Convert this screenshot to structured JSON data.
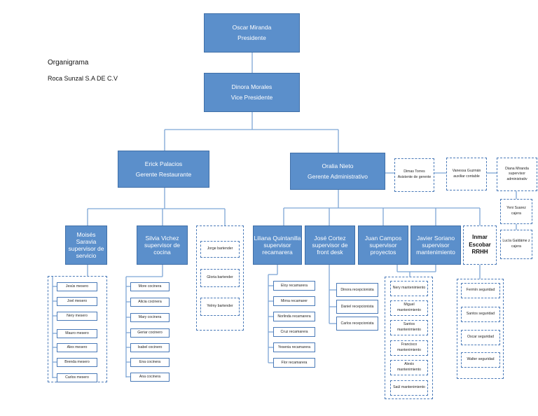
{
  "header": {
    "title": "Organigrama",
    "company": "Roca Sunzal S.A DE C.V"
  },
  "president": {
    "name": "Oscar Miranda",
    "role": "Presidente"
  },
  "vice_president": {
    "name": "Dinora Morales",
    "role": "Vice Presidente"
  },
  "restaurant": {
    "manager": {
      "name": "Erick Palacios",
      "role": "Gerente Restaurante"
    },
    "service": {
      "supervisor": "Moisés Saravia supervisor de servicio",
      "staff": [
        "Jesús mesero",
        "Joel mesero",
        "Nery mesero",
        "Mauro mesero",
        "Alex mesero",
        "Brenda mesero",
        "Carlos mesero"
      ]
    },
    "kitchen": {
      "supervisor": "Silvia Vichez supervisor de cocina",
      "staff": [
        "More cocinera",
        "Alicia cocinera",
        "Mary cocinera",
        "Geriar cocinero",
        "Isabel cocinero",
        "Ena cocinera",
        "Ana cocinera"
      ]
    },
    "bar": {
      "staff": [
        "Jorge bartender",
        "Gloria bartender",
        "Yelmy bartender"
      ]
    }
  },
  "administration": {
    "manager": {
      "name": "Oralia Nieto",
      "role": "Gerente Administrativo"
    },
    "assistants": [
      "Dimas Torres Asistente de gerente",
      "Vanessa Guzmán auxiliar contable",
      "Diana Miranda supervisor administrativ"
    ],
    "cashiers": [
      "Yeni Suarez cajera",
      "Lucía Galdáme z cajera"
    ],
    "housekeeping": {
      "supervisor": "Liliana Quintanilla supervisor recamarera",
      "staff": [
        "Eloy recamarera",
        "Mirna recamarer",
        "Norlinda recamarera",
        "Cruz recamarera",
        "Yesenia recamarera",
        "Flor recamarera"
      ]
    },
    "front_desk": {
      "supervisor": "José Cortez supervisor de front desk",
      "staff": [
        "Dinora recepcionista",
        "Daniel recepcionista",
        "Carlos recepcionista"
      ]
    },
    "projects": {
      "supervisor": "Juan Campos supervisor proyectos"
    },
    "maintenance": {
      "supervisor": "Javier Soriano supervisor mantenimiento",
      "staff": [
        "Nery mantenimiento",
        "Miguel mantenimiento",
        "Santos mantenimiento",
        "Francisco mantenimiento",
        "Alexis mantenimiento",
        "Saúl mantenimiento"
      ]
    },
    "hr": {
      "supervisor": "Inmar Escobar RRHH",
      "staff": [
        "Fermín seguridad",
        "Santos seguridad",
        "Oscar seguridad",
        "Walter seguridad"
      ]
    }
  },
  "colors": {
    "box_fill": "#5b8fcb",
    "box_border": "#3f6fa8",
    "line": "#7ea6d6",
    "dashed_border": "#4a7ab8"
  }
}
